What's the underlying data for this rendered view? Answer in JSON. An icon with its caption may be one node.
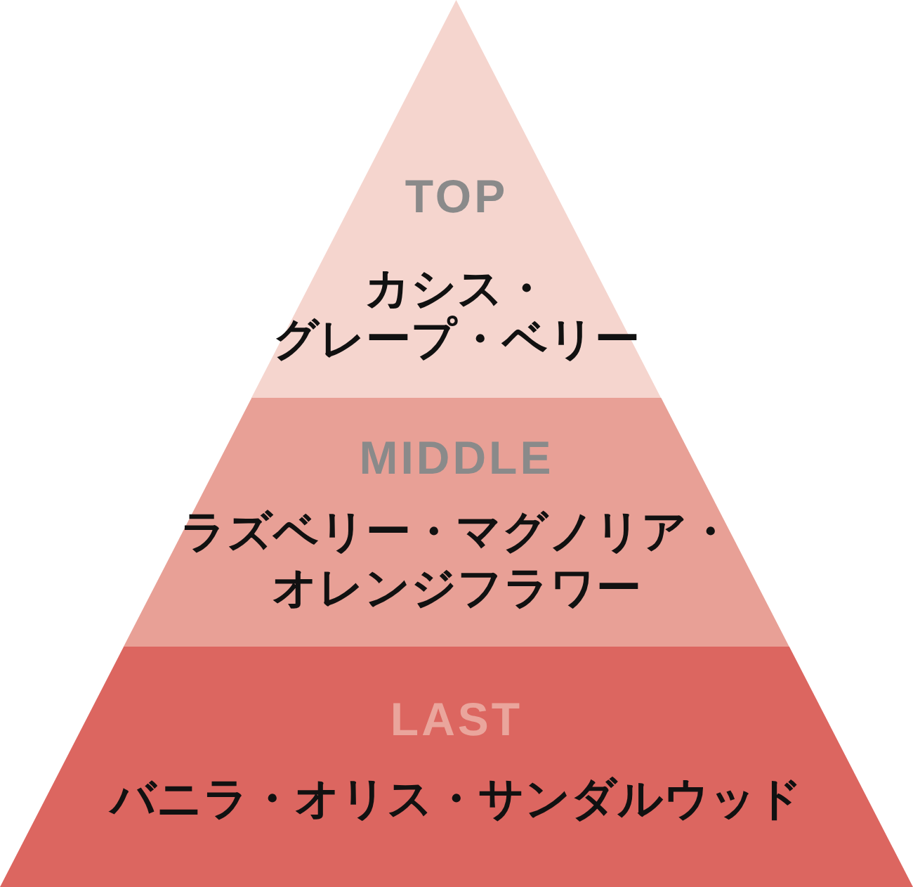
{
  "diagram": {
    "nodes": [
      {
        "text": [
          "TOP",
          "カシス・グレープ・ベリー"
        ]
      },
      {
        "text": [
          "MIDDLE",
          "ラズベリー・マグノリア・オレンジフラワー"
        ]
      },
      {
        "text": [
          "LAST",
          "バニラ・オリス・サンダルウッド"
        ]
      }
    ]
  }
}
